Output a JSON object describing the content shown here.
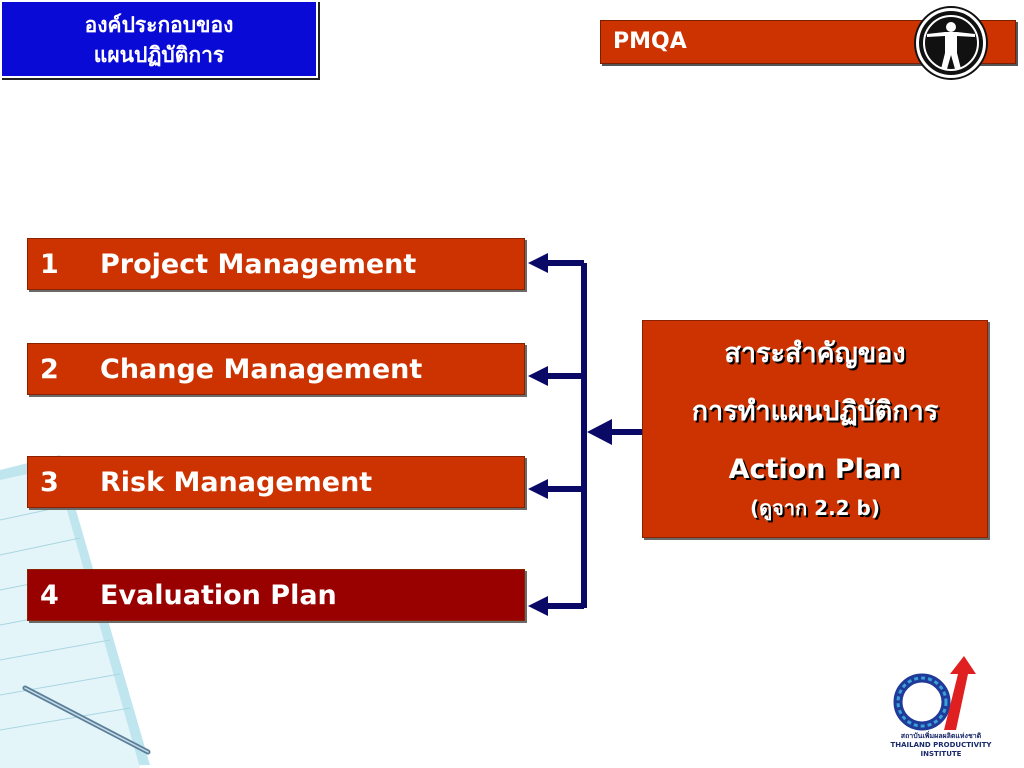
{
  "title": {
    "line1": "องค์ประกอบของ",
    "line2": "แผนปฏิบัติการ"
  },
  "header": {
    "label": "PMQA",
    "logo_icon": "vitruvian-man-icon"
  },
  "items": [
    {
      "num": "1",
      "label": "Project Management"
    },
    {
      "num": "2",
      "label": "Change Management"
    },
    {
      "num": "3",
      "label": "Risk Management"
    },
    {
      "num": "4",
      "label": "Evaluation Plan"
    }
  ],
  "center": {
    "line1": "สาระสำคัญของ",
    "line2": "การทำแผนปฏิบัติการ",
    "line3": "Action Plan",
    "line4": "(ดูจาก 2.2 b)"
  },
  "footer_logo": {
    "icon": "thailand-productivity-institute-logo",
    "text_th": "สถาบันเพิ่มผลผลิตแห่งชาติ",
    "text_en": "THAILAND PRODUCTIVITY INSTITUTE"
  },
  "colors": {
    "accent_red": "#cc3300",
    "dark_red": "#990000",
    "title_blue": "#0a0ad6",
    "connector_navy": "#0a0a66"
  }
}
